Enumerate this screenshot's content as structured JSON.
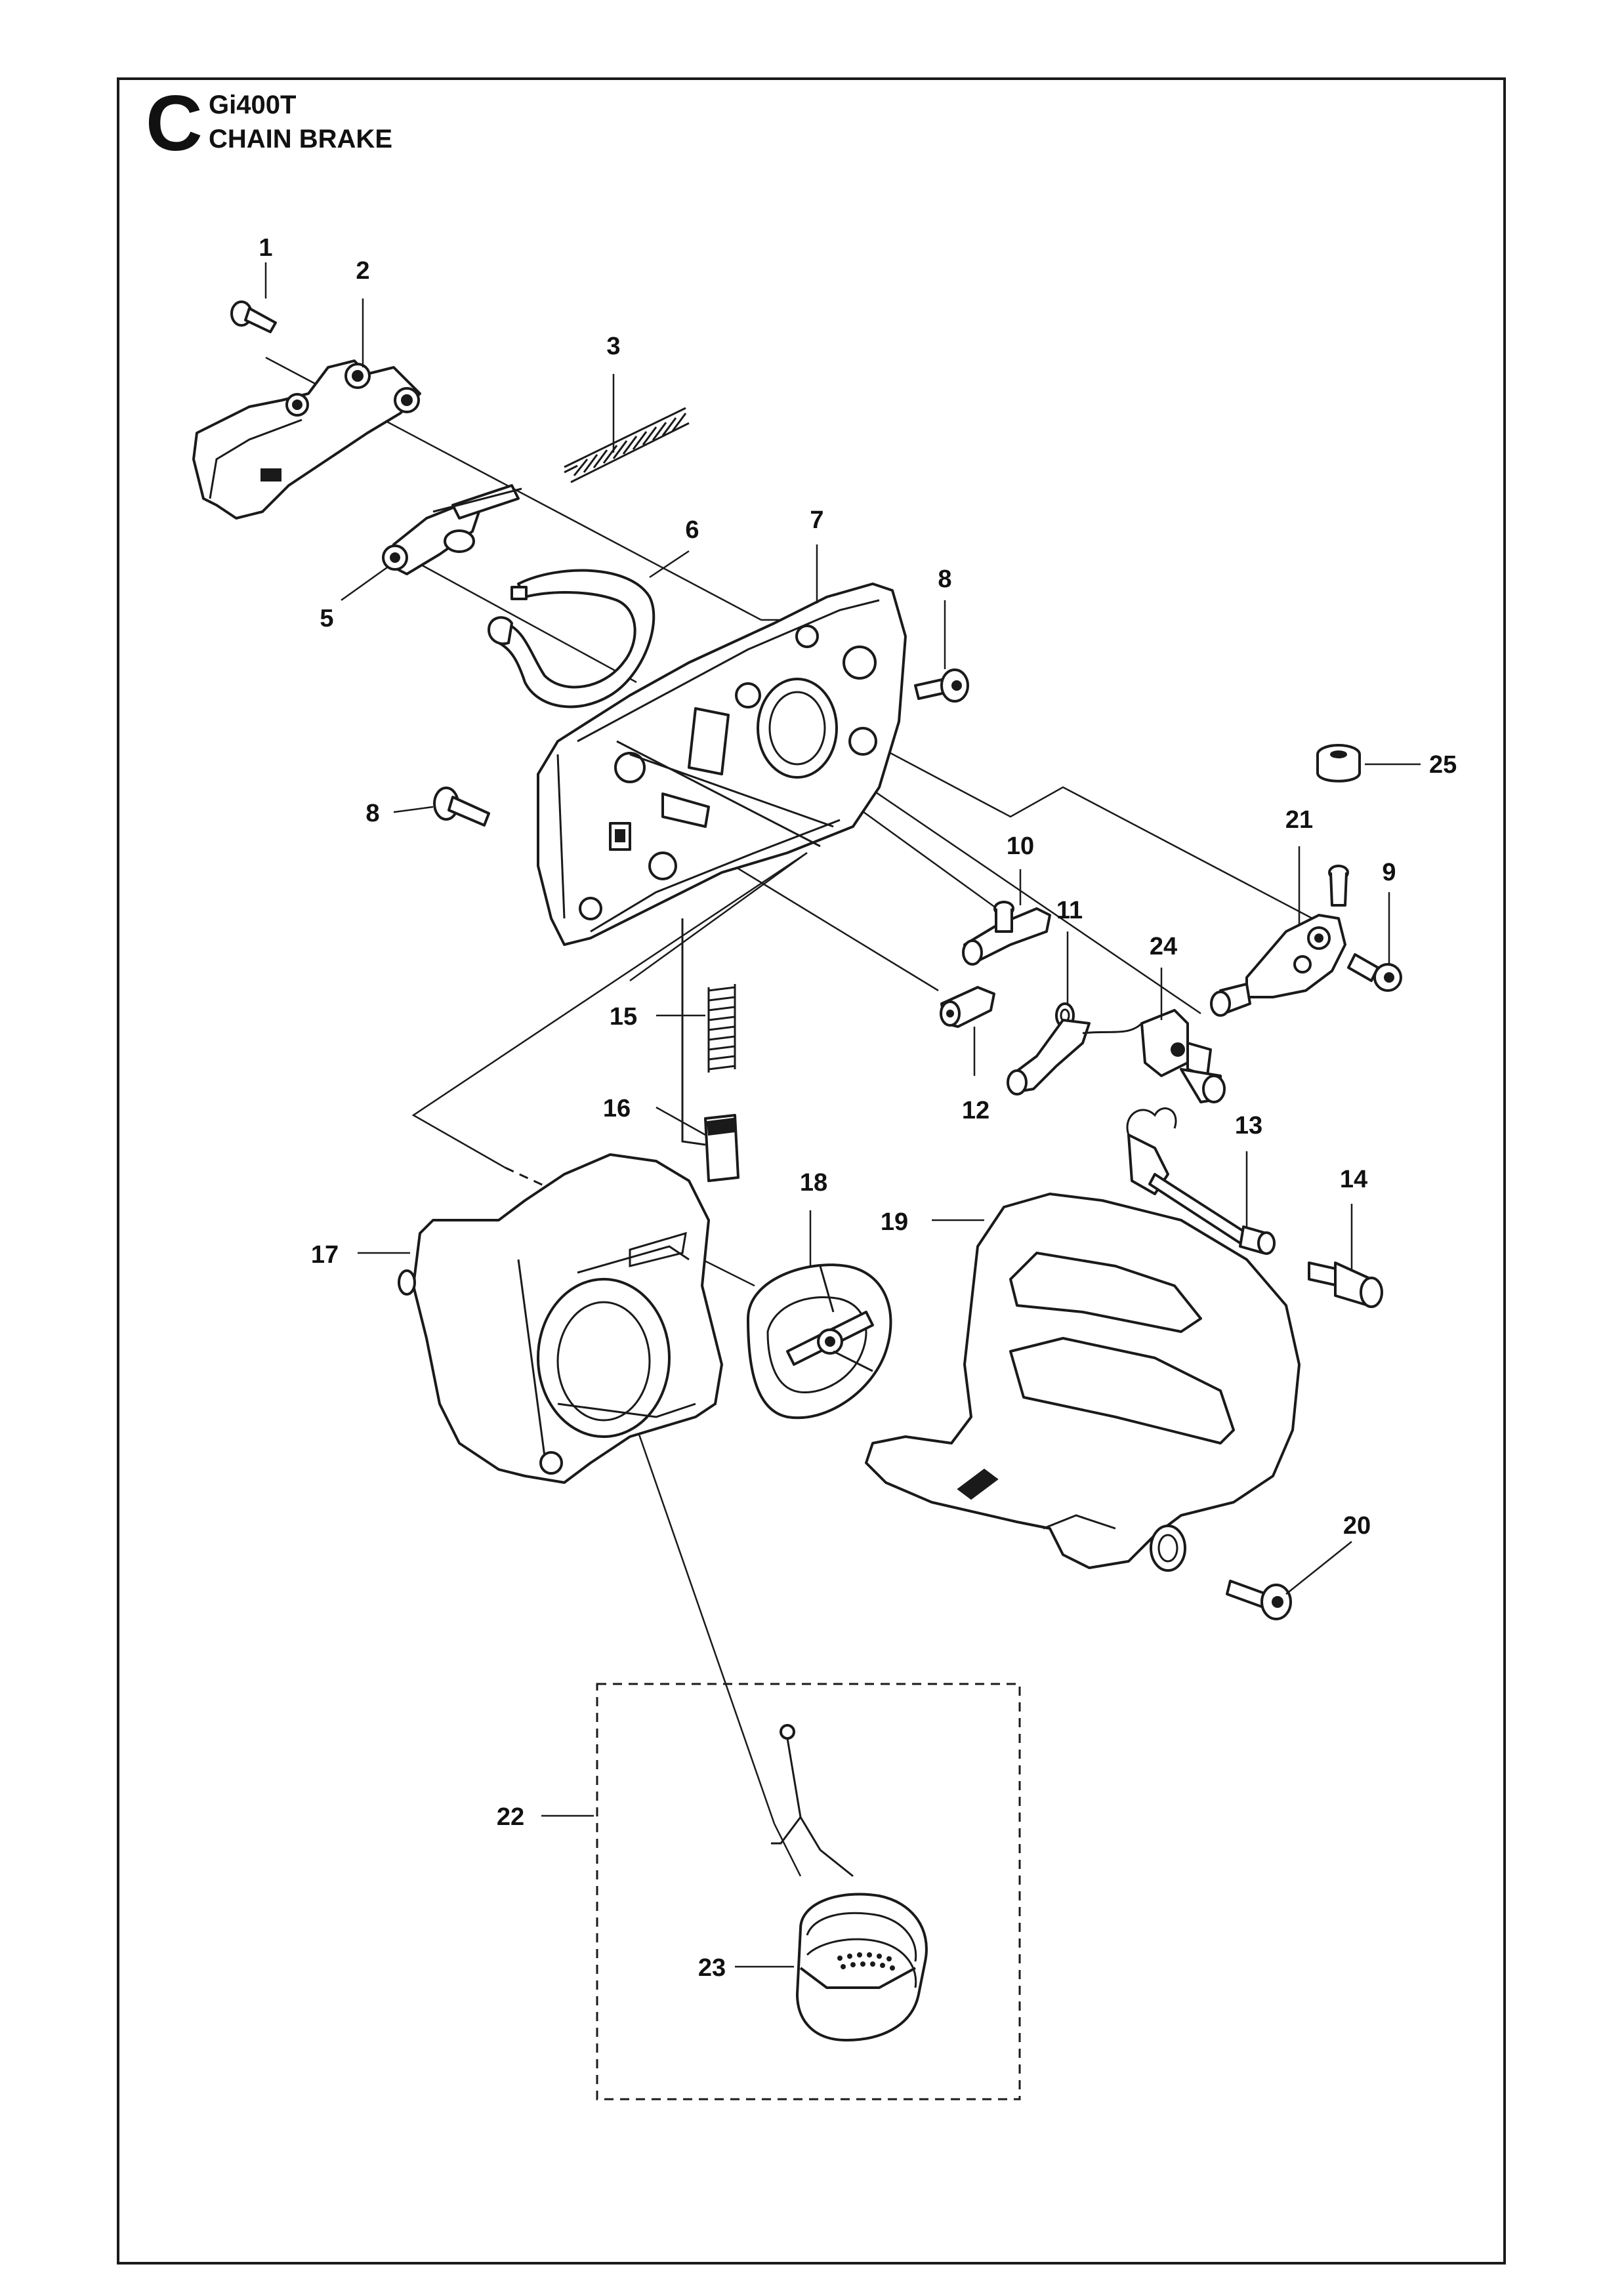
{
  "header": {
    "section_letter": "C",
    "model": "Gi400T",
    "title": "CHAIN BRAKE"
  },
  "callouts": [
    {
      "id": "callout-1",
      "label": "1"
    },
    {
      "id": "callout-2",
      "label": "2"
    },
    {
      "id": "callout-3",
      "label": "3"
    },
    {
      "id": "callout-5",
      "label": "5"
    },
    {
      "id": "callout-6",
      "label": "6"
    },
    {
      "id": "callout-7",
      "label": "7"
    },
    {
      "id": "callout-8a",
      "label": "8"
    },
    {
      "id": "callout-8b",
      "label": "8"
    },
    {
      "id": "callout-9",
      "label": "9"
    },
    {
      "id": "callout-10",
      "label": "10"
    },
    {
      "id": "callout-11",
      "label": "11"
    },
    {
      "id": "callout-12",
      "label": "12"
    },
    {
      "id": "callout-13",
      "label": "13"
    },
    {
      "id": "callout-14",
      "label": "14"
    },
    {
      "id": "callout-15",
      "label": "15"
    },
    {
      "id": "callout-16",
      "label": "16"
    },
    {
      "id": "callout-17",
      "label": "17"
    },
    {
      "id": "callout-18",
      "label": "18"
    },
    {
      "id": "callout-19",
      "label": "19"
    },
    {
      "id": "callout-20",
      "label": "20"
    },
    {
      "id": "callout-21",
      "label": "21"
    },
    {
      "id": "callout-22",
      "label": "22"
    },
    {
      "id": "callout-23",
      "label": "23"
    },
    {
      "id": "callout-24",
      "label": "24"
    },
    {
      "id": "callout-25",
      "label": "25"
    }
  ]
}
